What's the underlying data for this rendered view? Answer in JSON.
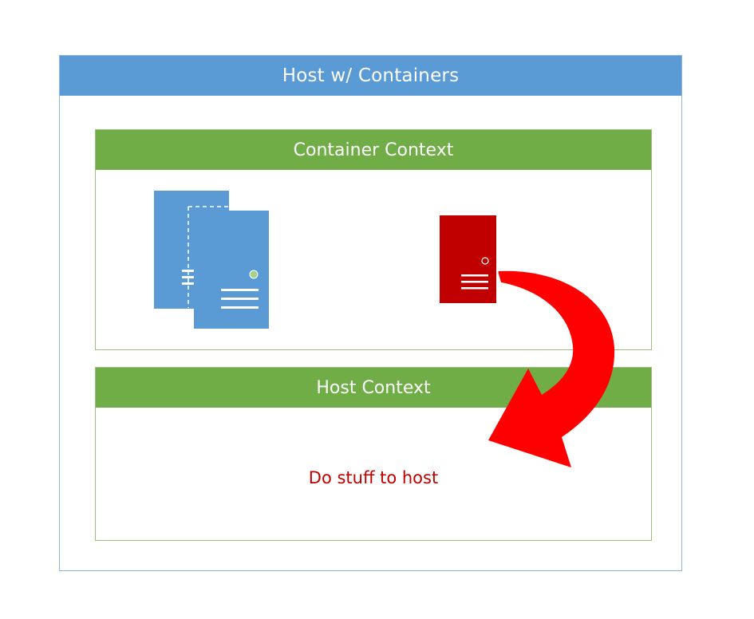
{
  "host": {
    "title": "Host w/ Containers"
  },
  "container_context": {
    "title": "Container Context"
  },
  "host_context": {
    "title": "Host Context",
    "note": "Do stuff to host"
  },
  "icons": {
    "stacked_servers": "server-stack-icon",
    "rogue_container": "server-icon",
    "escape_arrow": "curved-arrow-icon"
  },
  "colors": {
    "host_header": "#5b9bd5",
    "context_header": "#70ad47",
    "server_blue": "#5b9bd5",
    "server_red": "#c00000",
    "arrow": "#ff0000",
    "note_text": "#c00000"
  }
}
